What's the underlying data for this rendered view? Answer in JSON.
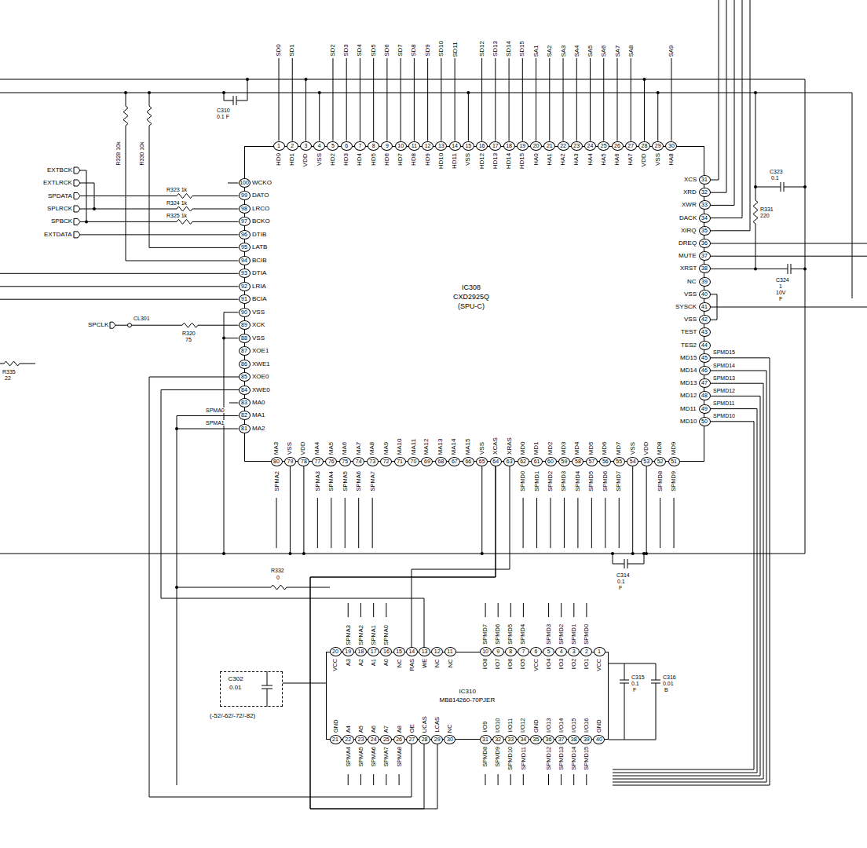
{
  "diagram": {
    "nodes": [
      {
        "text": [
          "IC308",
          "CXD2925Q",
          "(SPU-C)"
        ]
      },
      {
        "text": [
          "IC310",
          "MB814260-70PJER"
        ]
      },
      {
        "text": [
          "C302",
          "0.01",
          "(-52/-62/-72/-82)"
        ]
      }
    ],
    "edges": [
      {
        "from": 0,
        "to": 1,
        "arrow": "none"
      },
      {
        "from": 0,
        "to": 1,
        "arrow": "none"
      },
      {
        "from": 0,
        "to": 1,
        "arrow": "none"
      },
      {
        "from": 0,
        "to": 1,
        "arrow": "none"
      },
      {
        "from": 0,
        "to": 1,
        "arrow": "none"
      },
      {
        "from": 2,
        "to": 1,
        "arrow": "none"
      }
    ],
    "labels": [
      "HD0",
      "HD1",
      "VDD",
      "VSS",
      "HD2",
      "HD3",
      "HD4",
      "HD5",
      "HD6",
      "HD7",
      "HD8",
      "HD9",
      "HD10",
      "HD11",
      "VSS",
      "HD12",
      "HD13",
      "HD14",
      "HD15",
      "HA0",
      "HA1",
      "HA2",
      "HA3",
      "HA4",
      "HA5",
      "HA6",
      "HA7",
      "VDD",
      "VSS",
      "HA8",
      "XCS",
      "XRD",
      "XWR",
      "DACK",
      "XIRQ",
      "DREQ",
      "MUTE",
      "XRST",
      "NC",
      "VSS",
      "SYSCK",
      "VSS",
      "TEST",
      "TES2",
      "MD15",
      "MD14",
      "MD13",
      "MD12",
      "MD11",
      "MD10",
      "MD9",
      "MD8",
      "VDD",
      "VSS",
      "MD7",
      "MD6",
      "MD5",
      "MD4",
      "MD3",
      "MD2",
      "MD1",
      "MD0",
      "XRAS",
      "XCAS",
      "VSS",
      "MA15",
      "MA14",
      "MA13",
      "MA12",
      "MA11",
      "MA10",
      "MA9",
      "MA8",
      "MA7",
      "MA6",
      "MA5",
      "MA4",
      "VDD",
      "VSS",
      "MA3",
      "MA2",
      "MA1",
      "MA0",
      "XWE0",
      "XOE0",
      "XWE1",
      "XOE1",
      "VSS",
      "XCK",
      "VSS",
      "BCIA",
      "LRIA",
      "DTIA",
      "BCIB",
      "LATB",
      "DTIB",
      "BCKO",
      "LRCO",
      "DATO",
      "WCKO",
      "1",
      "2",
      "3",
      "4",
      "5",
      "6",
      "7",
      "8",
      "9",
      "10",
      "11",
      "12",
      "13",
      "14",
      "15",
      "16",
      "17",
      "18",
      "19",
      "20",
      "21",
      "22",
      "23",
      "24",
      "25",
      "26",
      "27",
      "28",
      "29",
      "30",
      "31",
      "32",
      "33",
      "34",
      "35",
      "36",
      "37",
      "38",
      "39",
      "40",
      "41",
      "42",
      "43",
      "44",
      "45",
      "46",
      "47",
      "48",
      "49",
      "50",
      "51",
      "52",
      "53",
      "54",
      "55",
      "56",
      "57",
      "58",
      "59",
      "60",
      "61",
      "62",
      "63",
      "64",
      "65",
      "66",
      "67",
      "68",
      "69",
      "70",
      "71",
      "72",
      "73",
      "74",
      "75",
      "76",
      "77",
      "78",
      "79",
      "80",
      "81",
      "82",
      "83",
      "84",
      "85",
      "86",
      "87",
      "88",
      "89",
      "90",
      "91",
      "92",
      "93",
      "94",
      "95",
      "96",
      "97",
      "98",
      "99",
      "100",
      "VCC",
      "I/O1",
      "I/O2",
      "I/O3",
      "I/O4",
      "VCC",
      "I/O5",
      "I/O6",
      "I/O7",
      "I/O8",
      "NC",
      "NC",
      "WE",
      "RAS",
      "NC",
      "A0",
      "A1",
      "A2",
      "A3",
      "VCC",
      "GND",
      "A4",
      "A5",
      "A6",
      "A7",
      "A8",
      "OE",
      "UCAS",
      "LCAS",
      "NC",
      "I/O9",
      "I/O10",
      "I/O11",
      "I/O12",
      "GND",
      "I/O13",
      "I/O14",
      "I/O15",
      "I/O16",
      "GND",
      "1",
      "2",
      "3",
      "4",
      "5",
      "6",
      "7",
      "8",
      "9",
      "10",
      "11",
      "12",
      "13",
      "14",
      "15",
      "16",
      "17",
      "18",
      "19",
      "20",
      "21",
      "22",
      "23",
      "24",
      "25",
      "26",
      "27",
      "28",
      "29",
      "30",
      "31",
      "32",
      "33",
      "34",
      "35",
      "36",
      "37",
      "38",
      "39",
      "40",
      "SD0",
      "SD1",
      "SD2",
      "SD3",
      "SD4",
      "SD5",
      "SD6",
      "SD7",
      "SD8",
      "SD9",
      "SD10",
      "SD11",
      "SD12",
      "SD13",
      "SD14",
      "SD15",
      "SA1",
      "SA2",
      "SA3",
      "SA4",
      "SA5",
      "SA6",
      "SA7",
      "SA8",
      "SA9",
      "SPMA0",
      "SPMA1",
      "SPMA2",
      "SPMA3",
      "SPMA4",
      "SPMA5",
      "SPMA6",
      "SPMA7",
      "SPMD0",
      "SPMD1",
      "SPMD2",
      "SPMD3",
      "SPMD4",
      "SPMD5",
      "SPMD6",
      "SPMD7",
      "SPMD8",
      "SPMD9",
      "SPMD15",
      "SPMD14",
      "SPMD13",
      "SPMD12",
      "SPMD11",
      "SPMD10",
      "SPMA3",
      "SPMA2",
      "SPMA1",
      "SPMA0",
      "SPMD7",
      "SPMD6",
      "SPMD5",
      "SPMD4",
      "SPMD3",
      "SPMD2",
      "SPMD1",
      "SPMD0",
      "SPMA4",
      "SPMA5",
      "SPMA6",
      "SPMA7",
      "SPMA8",
      "SPMD8",
      "SPMD9",
      "SPMD10",
      "SPMD11",
      "SPMD12",
      "SPMD13",
      "SPMD14",
      "SPMD15",
      "EXTBCK",
      "EXTLRCK",
      "SPDATA",
      "SPLRCK",
      "SPBCK",
      "EXTDATA",
      "SPCLK",
      "CL301",
      "R323 1k",
      "R324 1k",
      "R325 1k",
      "R328 10k",
      "R330 10k",
      "R320",
      "75",
      "R335",
      "22",
      "C310",
      "0.1 F",
      "C323",
      "0.1",
      "R331",
      "220",
      "C324",
      "1",
      "10V",
      "F",
      "C314",
      "0.1",
      "F",
      "R332",
      "0",
      "C315",
      "0.1",
      "F",
      "C316",
      "0.01",
      "B"
    ]
  }
}
